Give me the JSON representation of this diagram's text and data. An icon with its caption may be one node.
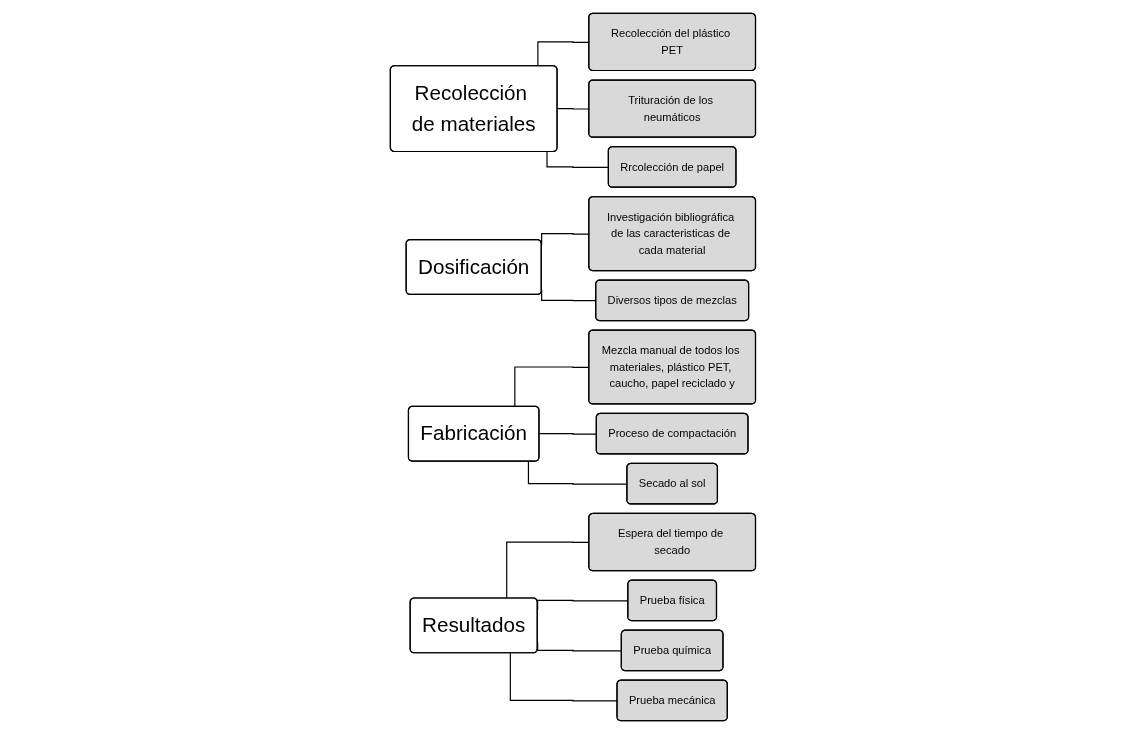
{
  "diagram": {
    "nodes": [
      {
        "text": [
          "Recolección de materiales"
        ]
      },
      {
        "text": [
          "Recolección del plástico PET"
        ]
      },
      {
        "text": [
          "Trituración de los neumáticos"
        ]
      },
      {
        "text": [
          "Rrcolección de papel"
        ]
      },
      {
        "text": [
          "Dosificación"
        ]
      },
      {
        "text": [
          "Investigación bibliográfica de las caracteristicas de cada material"
        ]
      },
      {
        "text": [
          "Diversos tipos de mezclas"
        ]
      },
      {
        "text": [
          "Fabricación"
        ]
      },
      {
        "text": [
          "Mezcla manual de todos los materiales, plástico PET, caucho, papel reciclado y"
        ]
      },
      {
        "text": [
          "Proceso de compactación"
        ]
      },
      {
        "text": [
          "Secado al sol"
        ]
      },
      {
        "text": [
          "Resultados"
        ]
      },
      {
        "text": [
          "Espera del tiempo de secado"
        ]
      },
      {
        "text": [
          "Prueba física"
        ]
      },
      {
        "text": [
          "Prueba química"
        ]
      },
      {
        "text": [
          "Prueba mecánica"
        ]
      }
    ],
    "edges": [
      {
        "from": 0,
        "to": 1,
        "arrow": "none"
      },
      {
        "from": 0,
        "to": 2,
        "arrow": "none"
      },
      {
        "from": 0,
        "to": 3,
        "arrow": "none"
      },
      {
        "from": 4,
        "to": 5,
        "arrow": "none"
      },
      {
        "from": 4,
        "to": 6,
        "arrow": "none"
      },
      {
        "from": 7,
        "to": 8,
        "arrow": "none"
      },
      {
        "from": 7,
        "to": 9,
        "arrow": "none"
      },
      {
        "from": 7,
        "to": 10,
        "arrow": "none"
      },
      {
        "from": 11,
        "to": 12,
        "arrow": "none"
      },
      {
        "from": 11,
        "to": 13,
        "arrow": "none"
      },
      {
        "from": 11,
        "to": 14,
        "arrow": "none"
      },
      {
        "from": 11,
        "to": 15,
        "arrow": "none"
      }
    ]
  }
}
